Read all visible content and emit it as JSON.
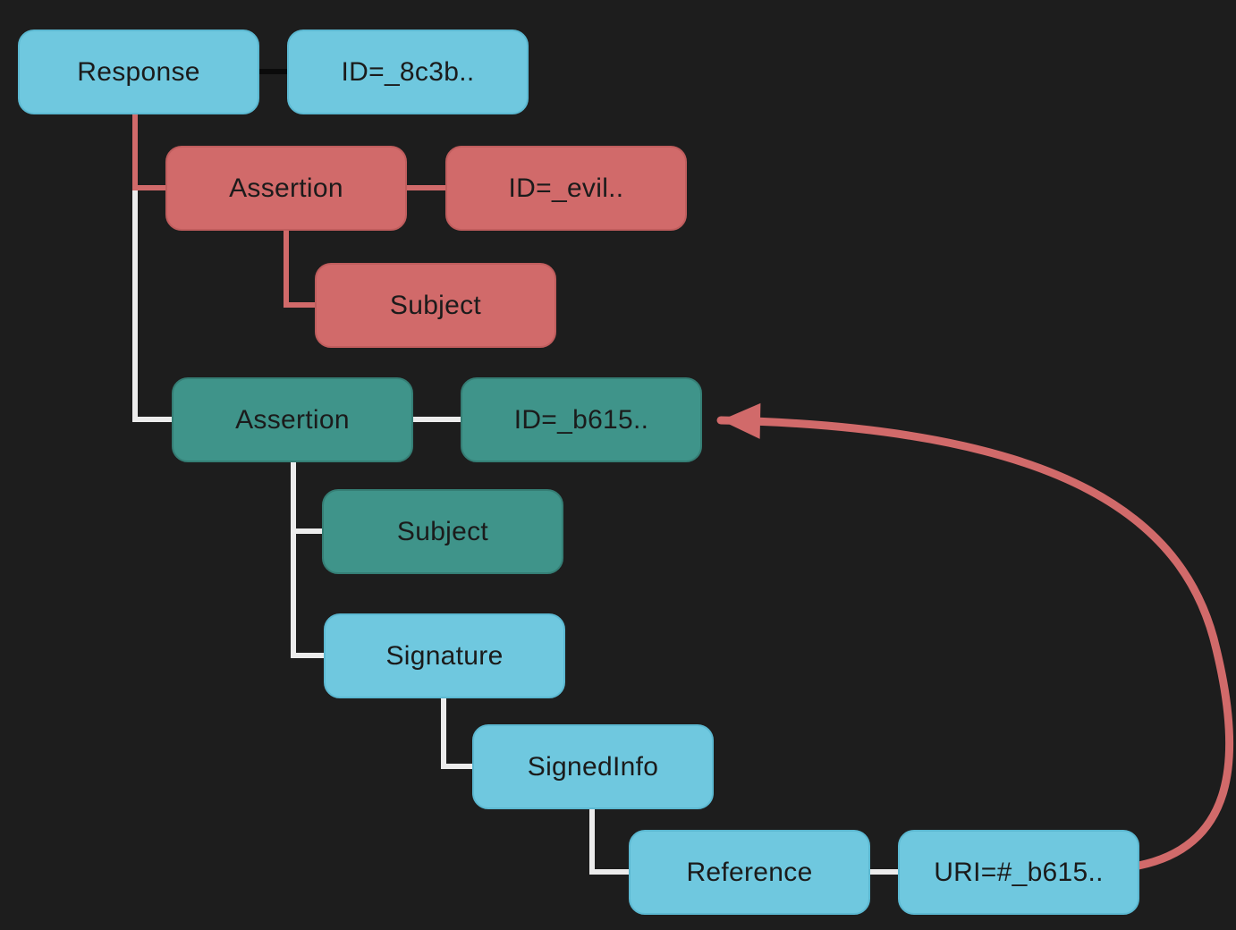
{
  "diagram": {
    "nodes": {
      "response": "Response",
      "response_id": "ID=_8c3b..",
      "assertion_evil": "Assertion",
      "assertion_evil_id": "ID=_evil..",
      "subject_evil": "Subject",
      "assertion_orig": "Assertion",
      "assertion_orig_id": "ID=_b615..",
      "subject_orig": "Subject",
      "signature": "Signature",
      "signedinfo": "SignedInfo",
      "reference": "Reference",
      "uri": "URI=#_b615.."
    },
    "colors": {
      "background": "#1d1d1d",
      "node_cyan": "#6fc8df",
      "node_red": "#d16a6a",
      "node_teal": "#3f948a",
      "connector_light": "#ececec",
      "connector_red": "#d16a6a",
      "connector_dark": "#0a0a0a",
      "text": "#1b1b1b"
    }
  }
}
